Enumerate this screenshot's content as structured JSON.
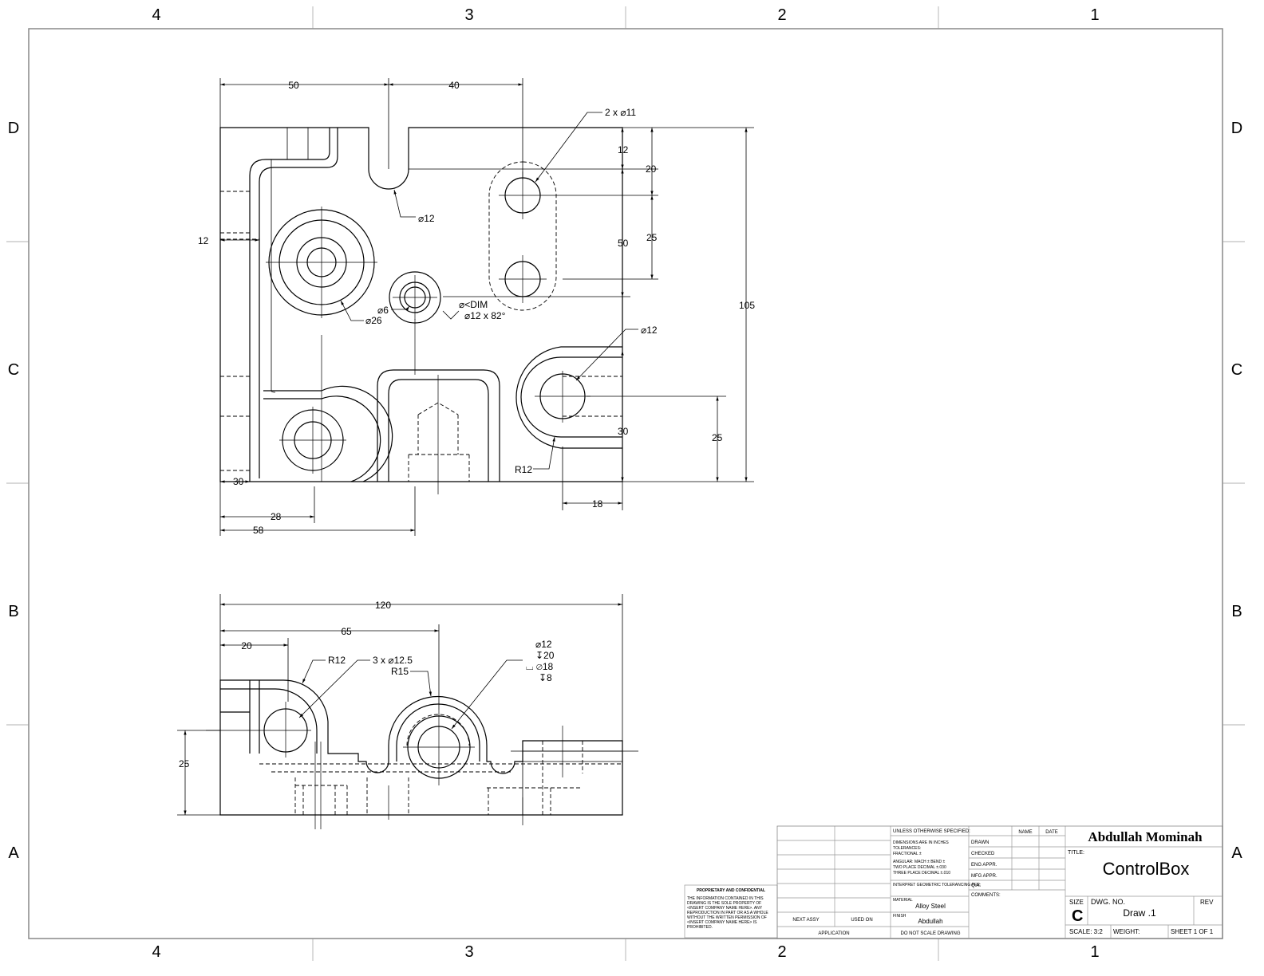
{
  "zones": {
    "columns": [
      "4",
      "3",
      "2",
      "1"
    ],
    "rows": [
      "D",
      "C",
      "B",
      "A"
    ]
  },
  "front_view": {
    "dims": {
      "d50": "50",
      "d40": "40",
      "two_x_dia11": "2 x ⌀11",
      "d12_top": "12",
      "d20": "20",
      "dia12_slot": "⌀12",
      "d12_left": "12",
      "d25_right": "25",
      "d50_right": "50",
      "d105": "105",
      "dia6": "⌀6",
      "dia26": "⌀26",
      "dia_dim": "⌀<DIM",
      "csk": "⌀12 x 82°",
      "dia12_boss": "⌀12",
      "d30_mid": "30",
      "d25_low": "25",
      "r12": "R12",
      "d30_left": "30",
      "d28": "28",
      "d58": "58",
      "d18": "18"
    }
  },
  "bottom_view": {
    "dims": {
      "d120": "120",
      "d65": "65",
      "d20": "20",
      "r12": "R12",
      "three_x_dia": "3 x ⌀12.5",
      "r15": "R15",
      "hole_dia": "⌀12",
      "hole_depth": "↧20",
      "cbore_dia": "⌴ ⌀18",
      "cbore_depth": "↧8",
      "d25": "25"
    }
  },
  "title_block": {
    "tolerance_header": "UNLESS OTHERWISE SPECIFIED:",
    "tol_line1": "DIMENSIONS ARE IN INCHES",
    "tol_line2": "TOLERANCES:",
    "tol_line3": "FRACTIONAL ±",
    "tol_line4": "ANGULAR: MACH ±    BEND ±",
    "tol_line5": "TWO PLACE DECIMAL    ±.030",
    "tol_line6": "THREE PLACE DECIMAL  ±.010",
    "interpret": "INTERPRET GEOMETRIC TOLERANCING PER:",
    "material_label": "MATERIAL",
    "material": "Alloy Steel",
    "finish_label": "FINISH",
    "finish": "Abdullah",
    "do_not_scale": "DO NOT SCALE DRAWING",
    "next_assy": "NEXT ASSY",
    "used_on": "USED ON",
    "application": "APPLICATION",
    "name_header": "NAME",
    "date_header": "DATE",
    "roles": [
      "DRAWN",
      "CHECKED",
      "ENG APPR.",
      "MFG APPR.",
      "Q.A.",
      "COMMENTS:"
    ],
    "company": "Abdullah Mominah",
    "title_label": "TITLE:",
    "title": "ControlBox",
    "size_label": "SIZE",
    "size": "C",
    "dwg_no_label": "DWG.  NO.",
    "dwg_no": "Draw .1",
    "rev_label": "REV",
    "scale": "SCALE: 3:2",
    "weight": "WEIGHT:",
    "sheet": "SHEET 1 OF 1",
    "proprietary_title": "PROPRIETARY AND CONFIDENTIAL",
    "proprietary_lines": [
      "THE INFORMATION CONTAINED IN THIS",
      "DRAWING IS THE SOLE PROPERTY OF",
      "<INSERT COMPANY NAME HERE>.  ANY",
      "REPRODUCTION IN PART OR AS A WHOLE",
      "WITHOUT THE WRITTEN PERMISSION OF",
      "<INSERT COMPANY NAME HERE> IS",
      "PROHIBITED."
    ]
  }
}
